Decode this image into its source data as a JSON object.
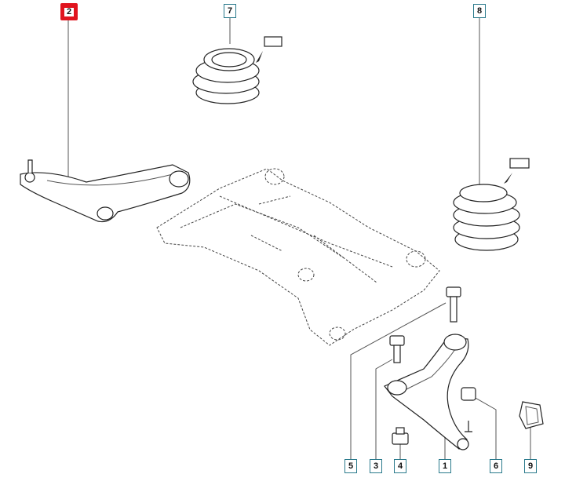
{
  "diagram": {
    "selected_label": "2",
    "callouts": [
      {
        "id": "2",
        "part": "upper-arm",
        "selected": true
      },
      {
        "id": "7",
        "part": "coil-spring-rear"
      },
      {
        "id": "8",
        "part": "coil-spring-front"
      },
      {
        "id": "5",
        "part": "long-bolt"
      },
      {
        "id": "3",
        "part": "short-bolt"
      },
      {
        "id": "4",
        "part": "nut"
      },
      {
        "id": "1",
        "part": "lower-wishbone"
      },
      {
        "id": "6",
        "part": "ball-joint-nut"
      },
      {
        "id": "9",
        "part": "protective-cover"
      }
    ],
    "colors": {
      "selected": "#e0141e",
      "callout_border": "#2a7a8c"
    }
  }
}
